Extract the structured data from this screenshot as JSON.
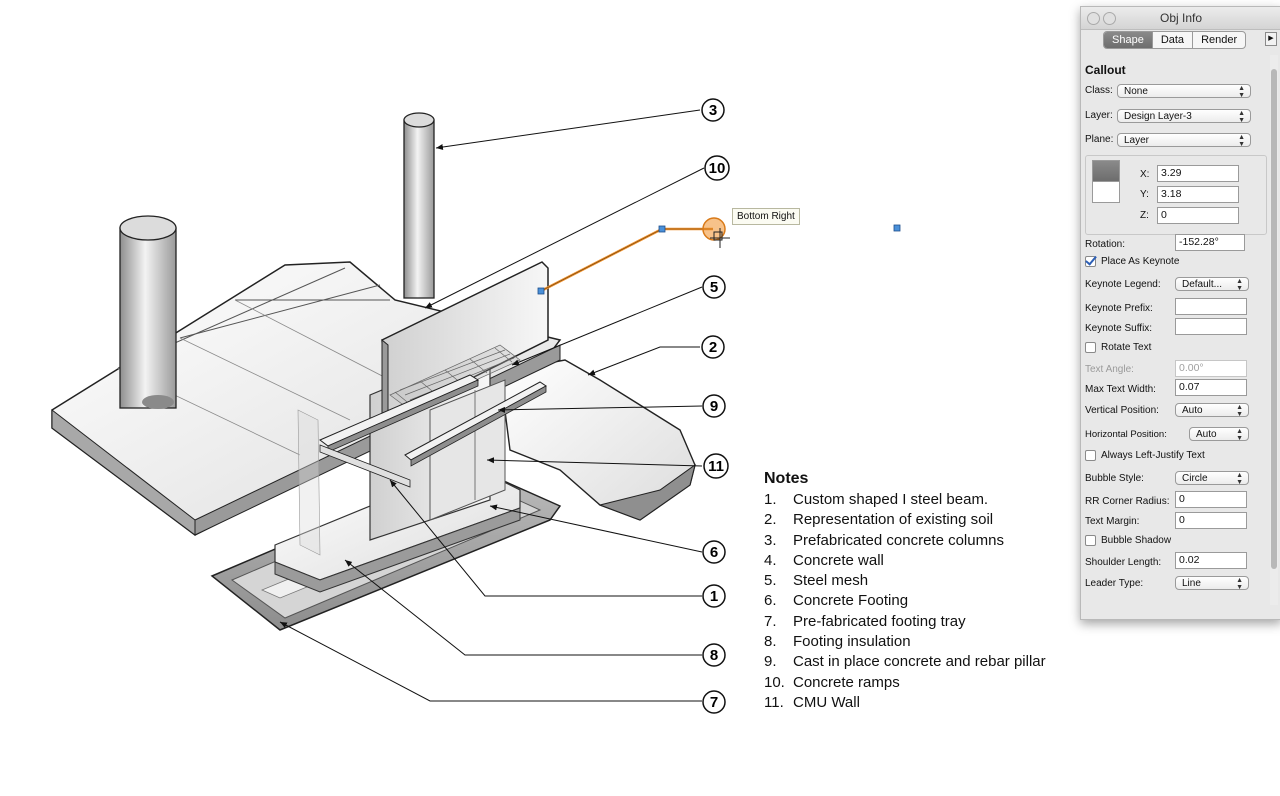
{
  "tooltip": {
    "text": "Bottom Right"
  },
  "callouts": [
    {
      "id": "3",
      "label": "3"
    },
    {
      "id": "10",
      "label": "10"
    },
    {
      "id": "5",
      "label": "5"
    },
    {
      "id": "2",
      "label": "2"
    },
    {
      "id": "9",
      "label": "9"
    },
    {
      "id": "11",
      "label": "11"
    },
    {
      "id": "6",
      "label": "6"
    },
    {
      "id": "1",
      "label": "1"
    },
    {
      "id": "8",
      "label": "8"
    },
    {
      "id": "7",
      "label": "7"
    }
  ],
  "notes": {
    "title": "Notes",
    "items": [
      {
        "num": "1.",
        "text": "Custom shaped I steel beam."
      },
      {
        "num": "2.",
        "text": "Representation of existing soil"
      },
      {
        "num": "3.",
        "text": "Prefabricated concrete columns"
      },
      {
        "num": "4.",
        "text": "Concrete wall"
      },
      {
        "num": "5.",
        "text": "Steel mesh"
      },
      {
        "num": "6.",
        "text": "Concrete Footing"
      },
      {
        "num": "7.",
        "text": "Pre-fabricated footing tray"
      },
      {
        "num": "8.",
        "text": "Footing insulation"
      },
      {
        "num": "9.",
        "text": "Cast in place concrete and rebar pillar"
      },
      {
        "num": "10.",
        "text": "Concrete ramps"
      },
      {
        "num": "11.",
        "text": "CMU Wall"
      }
    ]
  },
  "palette": {
    "title": "Obj Info",
    "tabs": [
      "Shape",
      "Data",
      "Render"
    ],
    "active_tab": "Shape",
    "section": "Callout",
    "class": {
      "label": "Class:",
      "value": "None"
    },
    "layer": {
      "label": "Layer:",
      "value": "Design Layer-3"
    },
    "plane": {
      "label": "Plane:",
      "value": "Layer"
    },
    "x": {
      "label": "X:",
      "value": "3.29"
    },
    "y": {
      "label": "Y:",
      "value": "3.18"
    },
    "z": {
      "label": "Z:",
      "value": "0"
    },
    "rotation": {
      "label": "Rotation:",
      "value": "-152.28°"
    },
    "place_as_keynote": {
      "label": "Place As Keynote",
      "checked": true
    },
    "keynote_legend": {
      "label": "Keynote Legend:",
      "value": "Default..."
    },
    "keynote_prefix": {
      "label": "Keynote Prefix:",
      "value": ""
    },
    "keynote_suffix": {
      "label": "Keynote Suffix:",
      "value": ""
    },
    "rotate_text": {
      "label": "Rotate Text",
      "checked": false
    },
    "text_angle": {
      "label": "Text Angle:",
      "value": "0.00°"
    },
    "max_text_width": {
      "label": "Max Text Width:",
      "value": "0.07"
    },
    "vertical_position": {
      "label": "Vertical Position:",
      "value": "Auto"
    },
    "horizontal_position": {
      "label": "Horizontal Position:",
      "value": "Auto"
    },
    "always_left_justify": {
      "label": "Always Left-Justify Text",
      "checked": false
    },
    "bubble_style": {
      "label": "Bubble Style:",
      "value": "Circle"
    },
    "rr_corner_radius": {
      "label": "RR Corner Radius:",
      "value": "0"
    },
    "text_margin": {
      "label": "Text Margin:",
      "value": "0"
    },
    "bubble_shadow": {
      "label": "Bubble Shadow",
      "checked": false
    },
    "shoulder_length": {
      "label": "Shoulder Length:",
      "value": "0.02"
    },
    "leader_type": {
      "label": "Leader Type:",
      "value": "Line"
    }
  },
  "colors": {
    "accent": "#f0902a",
    "handle": "#4a90d9",
    "active_tab": "#7b7b7b"
  }
}
